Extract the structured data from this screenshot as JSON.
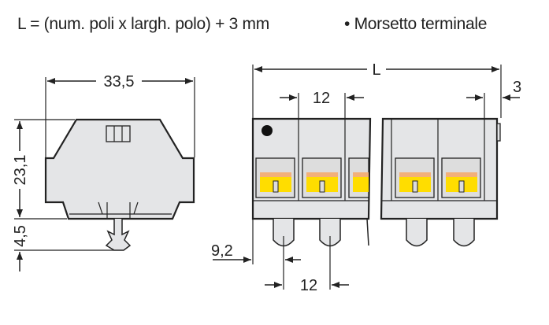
{
  "header": {
    "formula": "L = (num. poli x largh. polo) + 3 mm",
    "bullet": "•",
    "product_type": "Morsetto terminale"
  },
  "side_view": {
    "width_dim": "33,5",
    "height_dim": "23,1",
    "foot_dim": "4,5"
  },
  "front_view": {
    "length_dim": "L",
    "pitch_top_dim": "12",
    "end_plate_dim": "3",
    "first_pin_offset_dim": "9,2",
    "pitch_bottom_dim": "12"
  },
  "colors": {
    "housing": "#e4e5e7",
    "clamp": "#ffdd00",
    "clamp_contact": "#f2b07a"
  }
}
